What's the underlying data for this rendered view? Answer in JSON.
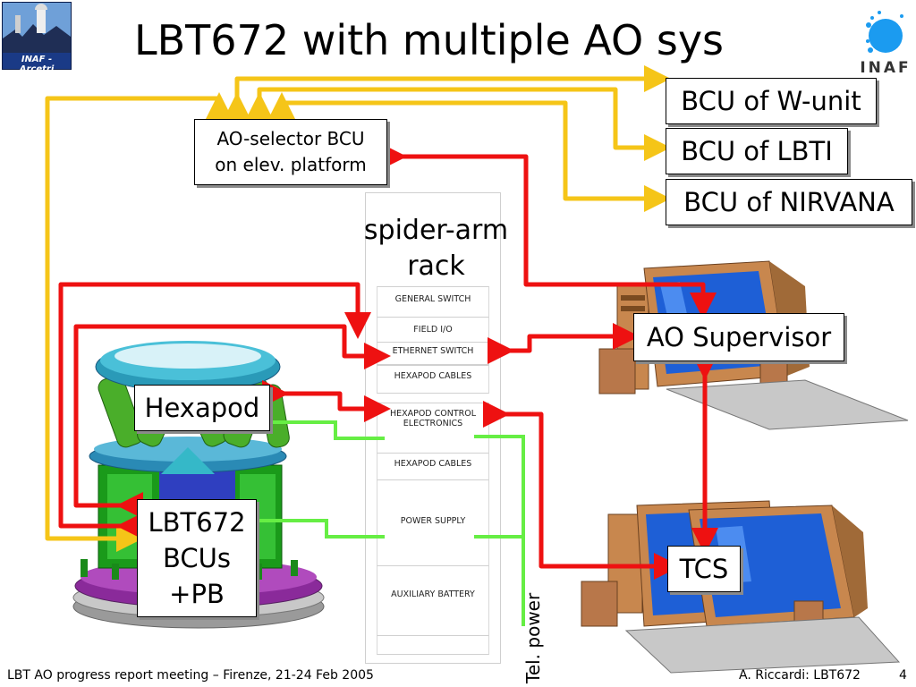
{
  "slide": {
    "title": "LBT672 with multiple AO sys",
    "logo_left_text": "INAF - Arcetri",
    "logo_right_text": "INAF"
  },
  "boxes": {
    "bcu_wunit": "BCU of W-unit",
    "bcu_lbti": "BCU of LBTI",
    "bcu_nirvana": "BCU of NIRVANA",
    "ao_selector": "AO-selector BCU\non elev. platform",
    "ao_supervisor": "AO Supervisor",
    "tcs": "TCS",
    "hexapod": "Hexapod",
    "lbt672": "LBT672\nBCUs\n+PB"
  },
  "rack": {
    "label": "spider-arm\nrack",
    "shelves": [
      "GENERAL SWITCH",
      "FIELD I/O",
      "ETHERNET SWITCH",
      "HEXAPOD CABLES",
      "HEXAPOD CONTROL\nELECTRONICS",
      "HEXAPOD CABLES",
      "POWER SUPPLY",
      "AUXILIARY BATTERY"
    ]
  },
  "labels": {
    "tel_power": "Tel. power"
  },
  "footer": {
    "left": "LBT AO progress report meeting – Firenze, 21-24 Feb 2005",
    "right": "A. Riccardi: LBT672",
    "page": "4"
  },
  "colors": {
    "yellow_link": "#f5c518",
    "red_link": "#ee1111",
    "green_link": "#66ee44",
    "monitor_screen": "#1e5fd6",
    "computer_case": "#c8874e"
  }
}
